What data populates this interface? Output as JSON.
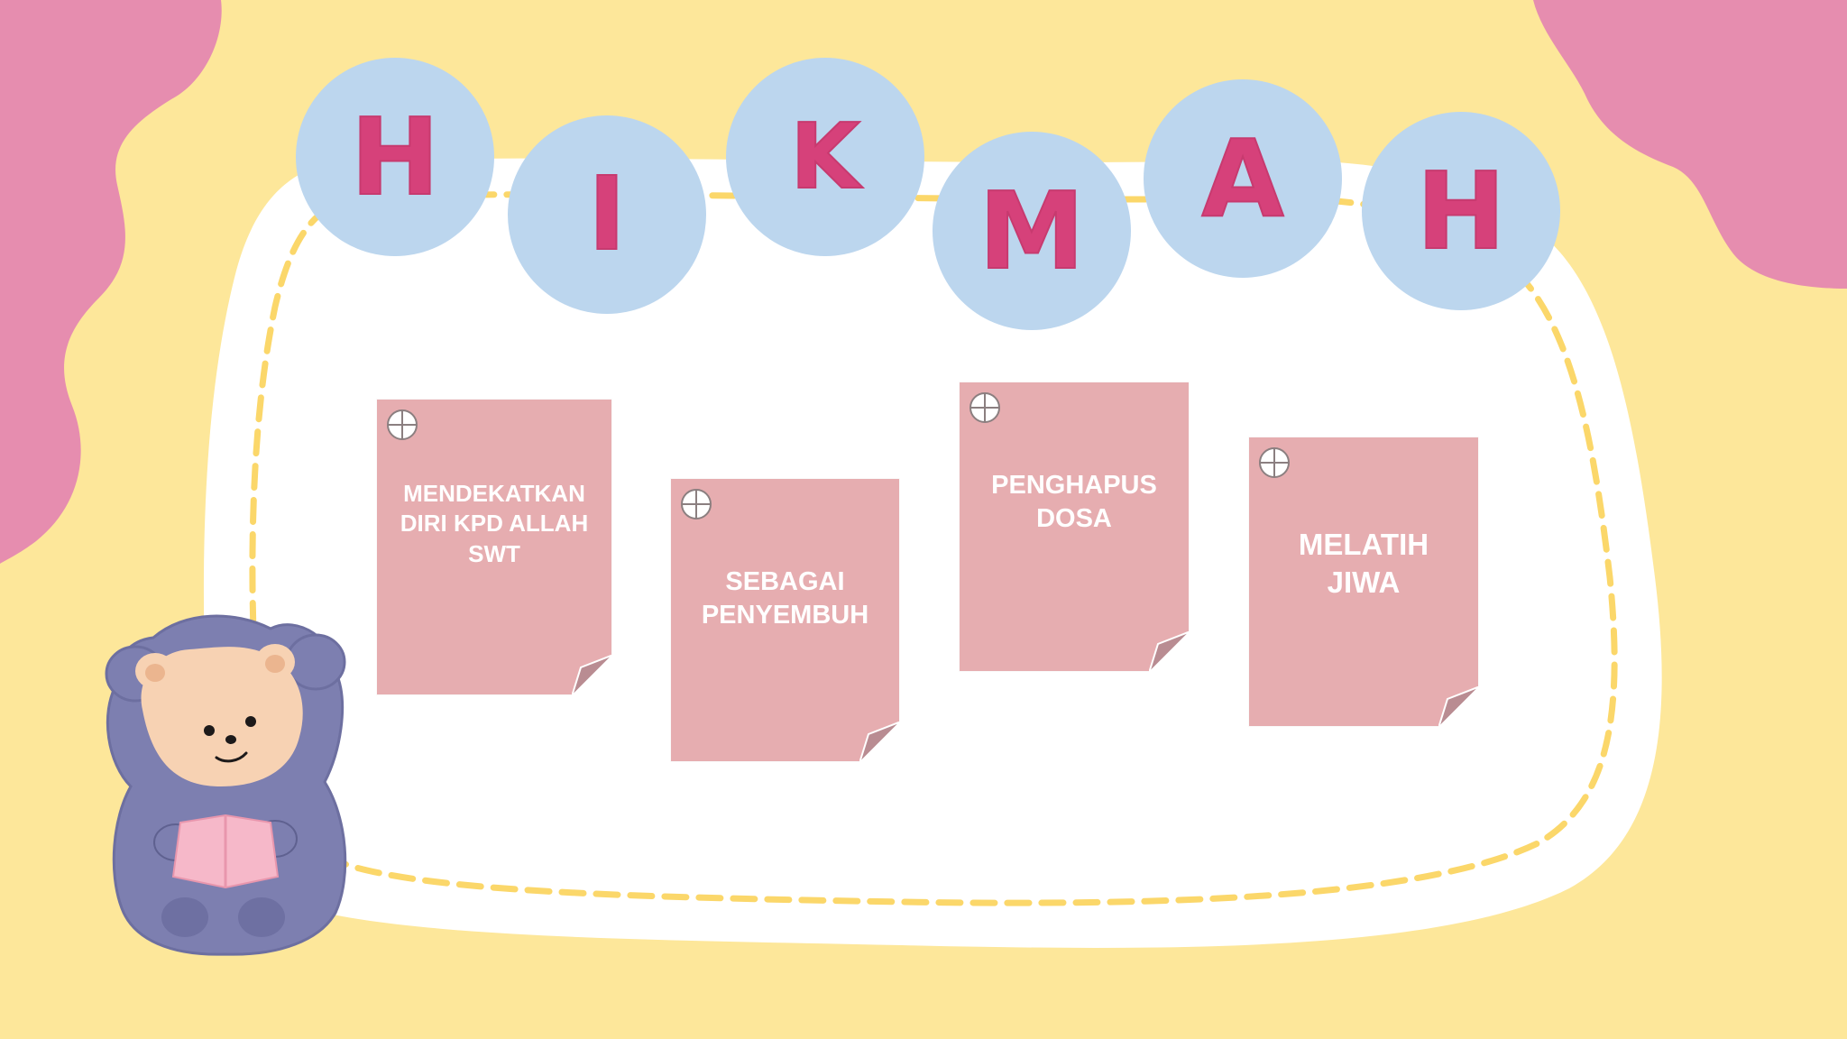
{
  "colors": {
    "background": "#fde79a",
    "blob": "#e68daf",
    "board": "#ffffff",
    "dashed_border": "#fbd76a",
    "bubble": "#bcd6ee",
    "title_letter": "#d6417a",
    "note": "#e6adb0",
    "note_text": "#ffffff",
    "bear_fur": "#7d7fb0",
    "bear_face": "#f7d2b3",
    "book": "#f6b8c9"
  },
  "title": {
    "letters": [
      "H",
      "I",
      "K",
      "M",
      "A",
      "H"
    ]
  },
  "notes": [
    {
      "text": "MENDEKATKAN DIRI KPD ALLAH SWT"
    },
    {
      "text": "SEBAGAI PENYEMBUH"
    },
    {
      "text": "PENGHAPUS DOSA"
    },
    {
      "text": "MELATIH JIWA"
    }
  ],
  "icons": {
    "pin": "pushpin-icon",
    "curl": "page-curl-icon"
  }
}
